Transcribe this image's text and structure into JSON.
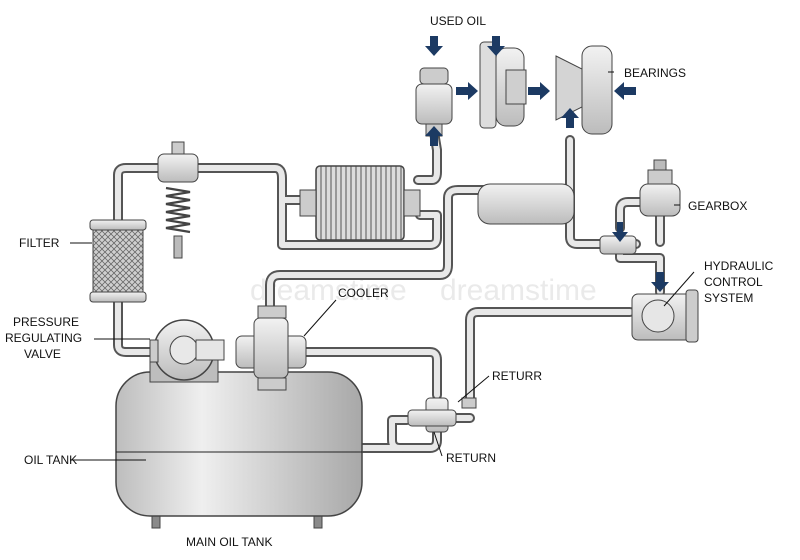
{
  "diagram": {
    "labels": {
      "used_oil": "USED OIL",
      "bearings": "BEARINGS",
      "gearbox": "GEARBOX",
      "hydraulic_1": "HYDRAULIC",
      "hydraulic_2": "CONTROL",
      "hydraulic_3": "SYSTEM",
      "filter": "FILTER",
      "pressure_1": "PRESSURE",
      "pressure_2": "REGULATING",
      "pressure_3": "VALVE",
      "cooler": "COOLER",
      "returr": "RETURR",
      "return": "RETURN",
      "oil_tank": "OIL TANK",
      "main_oil_tank": "MAIN OIL TANK"
    },
    "watermark": "dreamstime",
    "colors": {
      "pipe_fill": "#e6e6e6",
      "pipe_stroke": "#555555",
      "arrow": "#1c3a63",
      "tank_fill": "#d8d8d8"
    }
  }
}
